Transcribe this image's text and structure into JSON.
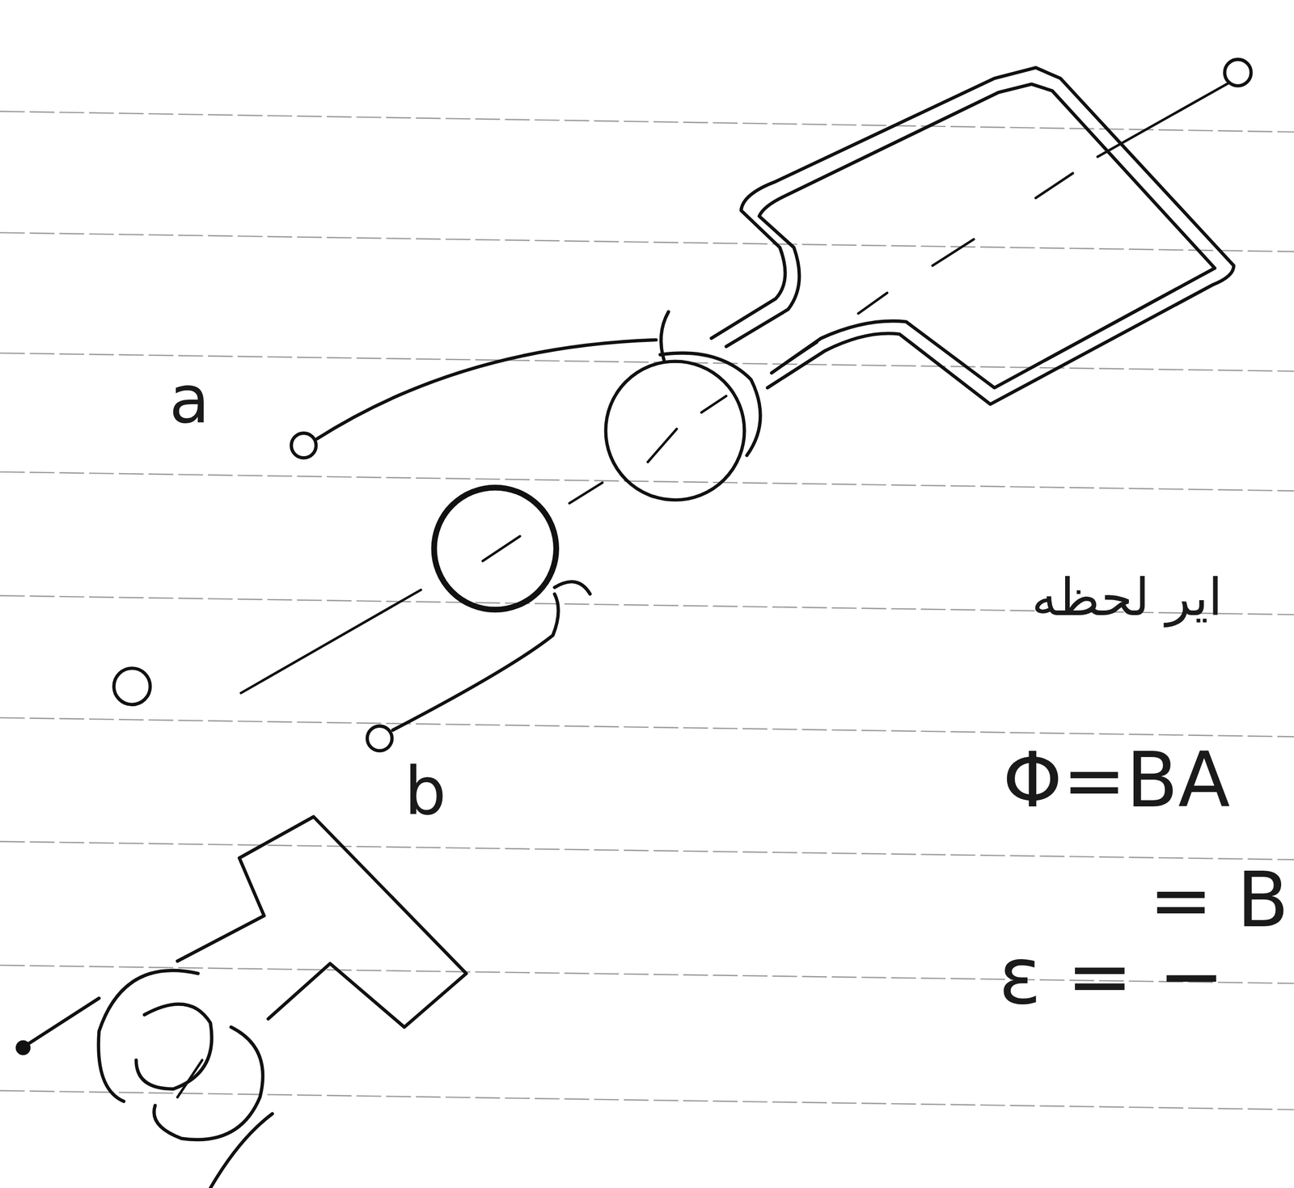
{
  "diagram": {
    "labels": [
      "a",
      "b",
      "ایر لحظه",
      "Φ=BA",
      "= B",
      "ε = −"
    ]
  }
}
